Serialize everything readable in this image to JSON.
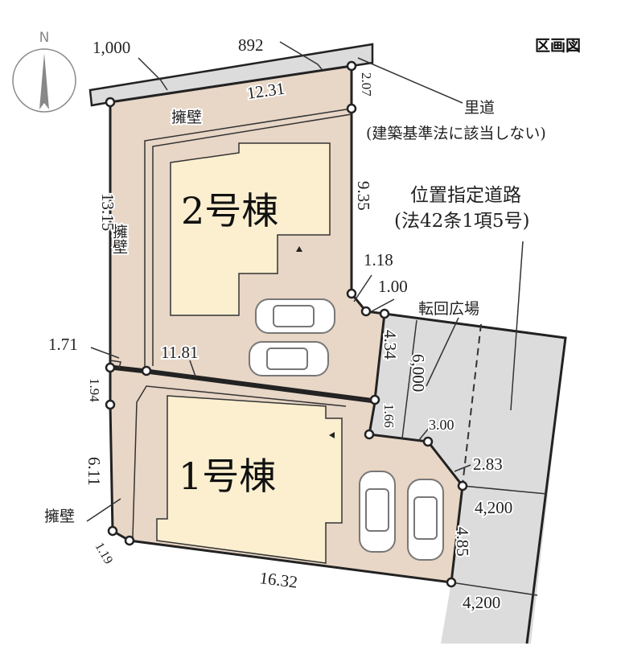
{
  "title": "区画図",
  "compass": {
    "label": "N"
  },
  "buildings": {
    "b2": "2号棟",
    "b1": "1号棟"
  },
  "labels": {
    "retaining_wall": "擁壁",
    "satomichi": "里道",
    "satomichi_note": "(建築基準法に該当しない)",
    "designated_road": "位置指定道路",
    "designated_road_note": "(法42条1項5号)",
    "turnaround": "転回広場"
  },
  "dimensions": {
    "road_1000": "1,000",
    "road_892": "892",
    "top": "12.31",
    "top_right": "2.07",
    "right_upper": "9.35",
    "left_upper": "13.15",
    "corner_a": "1.18",
    "corner_b": "1.00",
    "left_step": "1.71",
    "divider": "11.81",
    "left_mid": "1.94",
    "turn_434": "4.34",
    "turn_6000": "6,000",
    "turn_166": "1.66",
    "turn_300": "3.00",
    "turn_283": "2.83",
    "road_4200_a": "4,200",
    "right_lower": "4.85",
    "road_4200_b": "4,200",
    "left_lower": "6.11",
    "corner_c": "1.19",
    "bottom": "16.32"
  },
  "colors": {
    "lot": "#e8d6c6",
    "building": "#fbefcf",
    "road": "#dcdcdc"
  }
}
